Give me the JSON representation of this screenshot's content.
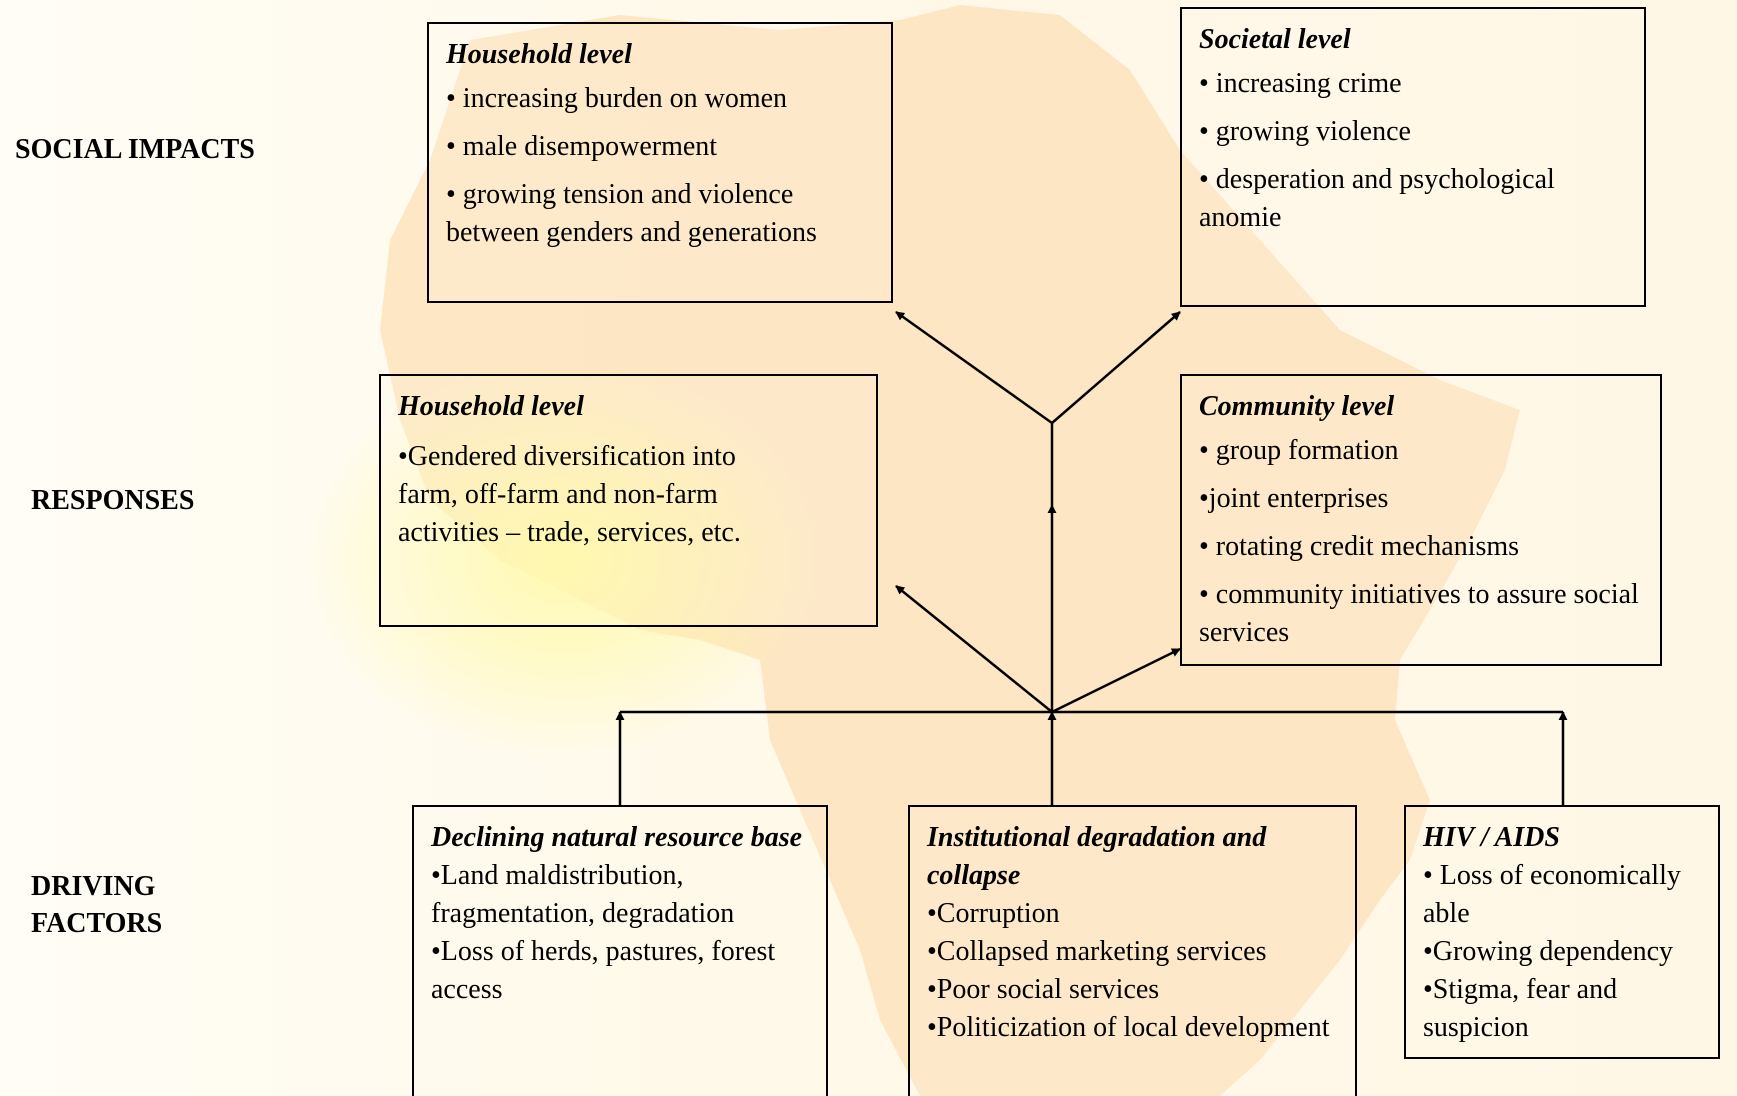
{
  "rows": {
    "social_impacts": "SOCIAL IMPACTS",
    "responses": "RESPONSES",
    "driving_factors": "DRIVING\nFACTORS"
  },
  "social_impacts": {
    "household": {
      "title": "Household level",
      "items": [
        "• increasing burden on women",
        "• male disempowerment",
        "• growing tension and violence between genders and generations"
      ]
    },
    "societal": {
      "title": "Societal level",
      "items": [
        "• increasing crime",
        "• growing violence",
        "• desperation and psychological anomie"
      ]
    }
  },
  "responses": {
    "household": {
      "title": "Household level",
      "items": [
        "•Gendered diversification into farm, off-farm and non-farm activities – trade, services, etc."
      ]
    },
    "community": {
      "title": "Community level",
      "items": [
        "• group formation",
        "•joint enterprises",
        "• rotating credit mechanisms",
        "• community initiatives to assure social services"
      ]
    }
  },
  "driving_factors": {
    "natural_resource": {
      "title": "Declining natural resource base",
      "items": [
        "•Land maldistribution, fragmentation, degradation",
        "•Loss of herds, pastures, forest access"
      ]
    },
    "institutional": {
      "title": "Institutional degradation and collapse",
      "items": [
        "•Corruption",
        "•Collapsed marketing services",
        "•Poor social services",
        "•Politicization of local development"
      ]
    },
    "hiv_aids": {
      "title": "HIV / AIDS",
      "items": [
        "• Loss of economically able",
        "•Growing dependency",
        "•Stigma, fear and suspicion"
      ]
    }
  },
  "colors": {
    "background_shape": "#fde3bd",
    "background_glow": "#fff7a8",
    "line": "#000000"
  }
}
